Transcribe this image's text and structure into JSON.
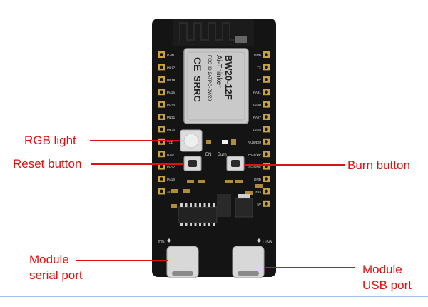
{
  "board": {
    "module_model": "BW20-12F",
    "module_brand": "Ai-Thinker",
    "fcc_id": "FCC ID:2ATPO-BW20",
    "certifications": [
      "CE",
      "SRRC"
    ],
    "left_pins": [
      "GND",
      "PB17",
      "PB18",
      "PA15",
      "PA18",
      "PB21",
      "PB20",
      "TXD",
      "RXD",
      "PA12",
      "PA13",
      "3V3"
    ],
    "right_pins": [
      "GND",
      "TX",
      "RX",
      "PA31",
      "PA30",
      "PA27",
      "PA28",
      "PA28/DM",
      "PA29/DP",
      "PA31/NC",
      "GND",
      "3V3",
      "5V"
    ],
    "silk_en": "EN",
    "silk_burn": "Burn",
    "silk_ttl": "TTL",
    "silk_usb": "USB"
  },
  "callouts": {
    "rgb_light": "RGB light",
    "reset_button": "Reset button",
    "burn_button": "Burn button",
    "serial_port_line1": "Module",
    "serial_port_line2": "serial port",
    "usb_port_line1": "Module",
    "usb_port_line2": "USB port"
  },
  "colors": {
    "callout_red": "#e01010",
    "board_black": "#141414",
    "pin_gold": "#c8a23c",
    "shield_silver": "#c9c9c9",
    "rule_blue": "#9fc2e8"
  }
}
